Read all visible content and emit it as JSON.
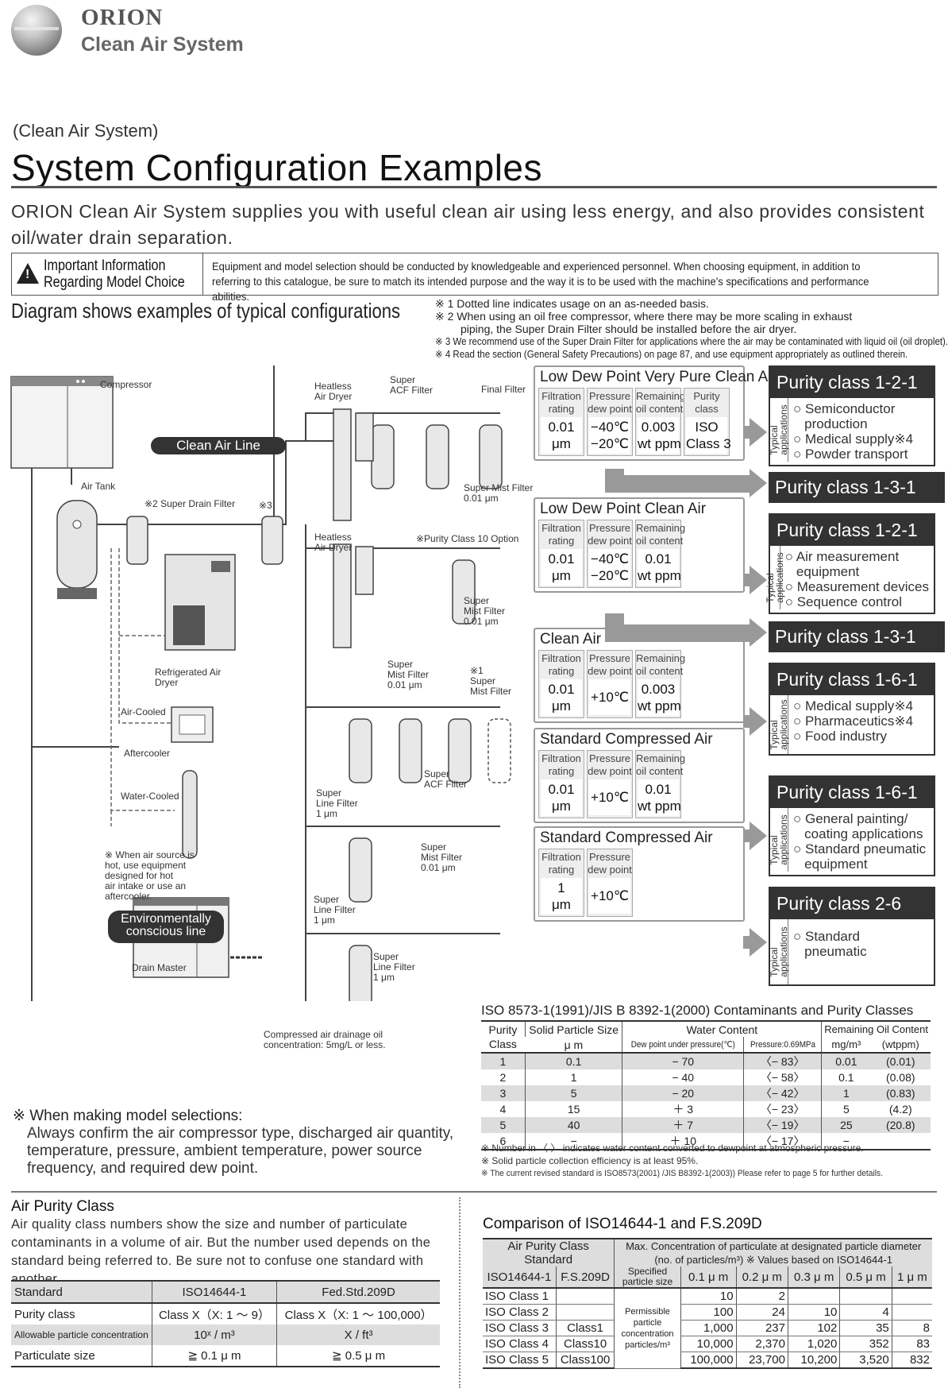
{
  "header": {
    "brand": "ORION",
    "brand_sub": "Clean Air System",
    "section": "(Clean Air System)",
    "title": "System Configuration Examples",
    "intro": "ORION Clean Air System supplies you with useful clean air using less energy, and also provides consistent oil/water drain separation."
  },
  "important": {
    "title_line1": "Important Information",
    "title_line2": "Regarding Model Choice",
    "text": "Equipment and model selection should be conducted by knowledgeable and experienced personnel. When choosing equipment, in addition to referring to this catalogue, be sure to match its intended purpose and the way it is to be used with the machine's specifications and performance abilities."
  },
  "diagram_heading": "Diagram shows examples of typical configurations",
  "notes": {
    "n1": "※ 1 Dotted line indicates usage on an as-needed basis.",
    "n2a": "※ 2 When using an oil free compressor, where there may be more scaling in exhaust",
    "n2b": "piping, the Super Drain Filter should be installed before the air dryer.",
    "n3": "※ 3 We recommend use of the Super Drain Filter for applications where the air may be contaminated with liquid oil (oil droplet).",
    "n4": "※ 4 Read the section (General Safety Precautions) on page 87, and use equipment appropriately as outlined therein."
  },
  "diagram": {
    "compressor": "Compressor",
    "clean_air_line": "Clean Air Line",
    "air_tank": "Air Tank",
    "super_drain_filter": "※2 Super Drain Filter",
    "note3": "※3",
    "heatless_dryer_1": "Heatless\nAir Dryer",
    "super_acf_filter_top": "Super\nACF Filter",
    "final_filter": "Final Filter",
    "super_mist_filter_1": "Super Mist Filter\n0.01 μm",
    "heatless_dryer_2": "Heatless\nAir Dryer",
    "purity_option": "※Purity Class 10 Option",
    "super_mist_filter_2": "Super\nMist Filter\n0.01 μm",
    "refrigerated_dryer": "Refrigerated Air\nDryer",
    "air_cooled": "Air-Cooled",
    "aftercooler": "Aftercooler",
    "water_cooled": "Water-Cooled",
    "hot_note": "※ When air source is\nhot, use equipment\ndesigned for hot\nair intake or use an\naftercooler.",
    "env_line": "Environmentally\nconscious line",
    "super_mist_filter_3": "Super\nMist Filter\n0.01 μm",
    "super_mist_optional": "※1\nSuper\nMist Filter",
    "super_acf_filter_mid": "Super\nACF Filter",
    "super_line_filter_1": "Super\nLine Filter\n1 μm",
    "super_mist_filter_4": "Super\nMist Filter\n0.01 μm",
    "super_line_filter_2": "Super\nLine Filter\n1 μm",
    "super_line_filter_3": "Super\nLine Filter\n1 μm",
    "drain_master": "Drain Master",
    "drain_note": "Compressed air drainage oil\nconcentration: 5mg/L or less."
  },
  "quality_boxes": [
    {
      "title": "Low Dew Point Very Pure Clean Air",
      "cols": [
        {
          "h": "Filtration\nrating",
          "v": "0.01\nμm"
        },
        {
          "h": "Pressure\ndew point",
          "v": "−40℃\n−20℃"
        },
        {
          "h": "Remaining\noil content",
          "v": "0.003\nwt ppm"
        },
        {
          "h": "Purity\nclass",
          "v": "ISO\nClass 3"
        }
      ]
    },
    {
      "title": "Low Dew Point Clean Air",
      "cols": [
        {
          "h": "Filtration\nrating",
          "v": "0.01\nμm"
        },
        {
          "h": "Pressure\ndew point",
          "v": "−40℃\n−20℃"
        },
        {
          "h": "Remaining\noil content",
          "v": "0.01\nwt ppm"
        }
      ]
    },
    {
      "title": "Clean Air",
      "cols": [
        {
          "h": "Filtration\nrating",
          "v": "0.01\nμm"
        },
        {
          "h": "Pressure\ndew point",
          "v": "+10℃"
        },
        {
          "h": "Remaining\noil content",
          "v": "0.003\nwt ppm"
        }
      ]
    },
    {
      "title": "Standard Compressed Air",
      "cols": [
        {
          "h": "Filtration\nrating",
          "v": "0.01\nμm"
        },
        {
          "h": "Pressure\ndew point",
          "v": "+10℃"
        },
        {
          "h": "Remaining\noil content",
          "v": "0.01\nwt ppm"
        }
      ]
    },
    {
      "title": "Standard Compressed Air",
      "cols": [
        {
          "h": "Filtration\nrating",
          "v": "1\nμm"
        },
        {
          "h": "Pressure\ndew point",
          "v": "+10℃"
        }
      ]
    }
  ],
  "purity_classes": {
    "typical_label": "Typical\napplications",
    "c1": {
      "head": "Purity class 1-2-1",
      "apps": [
        "○ Semiconductor",
        "   production",
        "○ Medical supply※4",
        "○ Powder transport"
      ]
    },
    "c1b": {
      "head": "Purity class 1-3-1"
    },
    "c2": {
      "head": "Purity class 1-2-1",
      "apps": [
        "○ Air measurement",
        "   equipment",
        "○ Measurement devices",
        "○ Sequence control"
      ]
    },
    "c2b": {
      "head": "Purity class 1-3-1"
    },
    "c3": {
      "head": "Purity class 1-6-1",
      "apps": [
        "○ Medical supply※4",
        "○ Pharmaceutics※4",
        "○ Food industry"
      ]
    },
    "c4": {
      "head": "Purity class 1-6-1",
      "apps": [
        "○ General painting/",
        "   coating applications",
        "○ Standard pneumatic",
        "   equipment"
      ]
    },
    "c5": {
      "head": "Purity class 2-6",
      "apps": [
        "○ Standard",
        "   pneumatic"
      ]
    }
  },
  "iso_table": {
    "title": "ISO 8573-1(1991)/JIS B 8392-1(2000) Contaminants and Purity Classes",
    "h_purity": "Purity\nClass",
    "h_solid": "Solid Particle Size",
    "h_solid_unit": "μ m",
    "h_water": "Water Content",
    "h_water_a": "Dew point under pressure(℃)",
    "h_water_b": "Pressure:0.69MPa",
    "h_oil": "Remaining Oil Content",
    "h_oil_a": "mg/m³",
    "h_oil_b": "(wtppm)",
    "rows": [
      [
        "1",
        "0.1",
        "− 70",
        "〈− 83〉",
        "0.01",
        "(0.01)"
      ],
      [
        "2",
        "1",
        "− 40",
        "〈− 58〉",
        "0.1",
        "(0.08)"
      ],
      [
        "3",
        "5",
        "− 20",
        "〈− 42〉",
        "1",
        "(0.83)"
      ],
      [
        "4",
        "15",
        "＋ 3",
        "〈− 23〉",
        "5",
        "(4.2)"
      ],
      [
        "5",
        "40",
        "＋ 7",
        "〈− 19〉",
        "25",
        "(20.8)"
      ],
      [
        "6",
        "−",
        "＋ 10",
        "〈− 17〉",
        "−",
        ""
      ]
    ],
    "note1": "※ Number in 〈 〉 indicates water content converted to dewpoint at atmospheric pressure.",
    "note2": "※ Solid particle collection efficiency is at least 95%.",
    "note3": "※ The current revised standard is ISO8573(2001) /JIS B8392-1(2003)) Please refer to page 5 for further details."
  },
  "model_note": {
    "head": "※ When making model selections:",
    "body": "Always confirm the air compressor type, discharged air quantity, temperature, pressure, ambient temperature, power source frequency, and required dew point."
  },
  "air_purity": {
    "title": "Air Purity Class",
    "text": "Air quality class numbers show the size and number of particulate contaminants in a volume of air. But the number used depends on the standard being referred to. Be sure not to confuse one standard with another.",
    "headers": [
      "Standard",
      "ISO14644-1",
      "Fed.Std.209D"
    ],
    "rows": [
      [
        "Purity class",
        "Class X（X: 1 ～ 9）",
        "Class X（X: 1 ～ 100,000）"
      ],
      [
        "Allowable particle concentration",
        "10ˣ / m³",
        "X / ft³"
      ],
      [
        "Particulate size",
        "≧ 0.1 μ m",
        "≧ 0.5 μ m"
      ]
    ]
  },
  "comparison": {
    "title": "Comparison of ISO14644-1 and F.S.209D",
    "h_std": "Air Purity Class\nStandard",
    "h_max": "Max. Concentration of particulate at designated particle diameter",
    "h_max2": "(no. of particles/m³)  ※ Values based on ISO14644-1",
    "h_iso": "ISO14644-1",
    "h_fs": "F.S.209D",
    "h_spec": "Specified\nparticle size",
    "sizes": [
      "0.1 μ m",
      "0.2 μ m",
      "0.3 μ m",
      "0.5 μ m",
      "1 μ m"
    ],
    "perm": "Permissible\nparticle\nconcentration\nparticles/m³",
    "rows": [
      {
        "iso": "ISO Class 1",
        "fs": "",
        "v": [
          "10",
          "2",
          "",
          "",
          ""
        ]
      },
      {
        "iso": "ISO Class 2",
        "fs": "",
        "v": [
          "100",
          "24",
          "10",
          "4",
          ""
        ]
      },
      {
        "iso": "ISO Class 3",
        "fs": "Class1",
        "v": [
          "1,000",
          "237",
          "102",
          "35",
          "8"
        ]
      },
      {
        "iso": "ISO Class 4",
        "fs": "Class10",
        "v": [
          "10,000",
          "2,370",
          "1,020",
          "352",
          "83"
        ]
      },
      {
        "iso": "ISO Class 5",
        "fs": "Class100",
        "v": [
          "100,000",
          "23,700",
          "10,200",
          "3,520",
          "832"
        ]
      }
    ]
  }
}
